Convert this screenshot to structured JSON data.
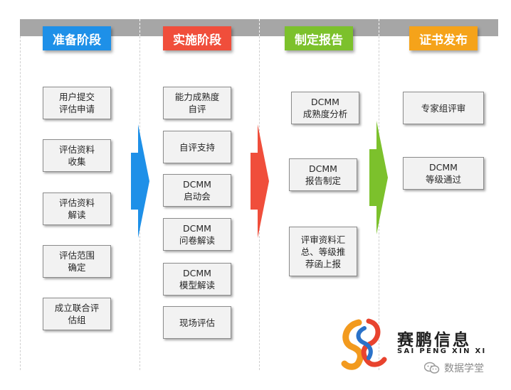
{
  "stages": [
    {
      "title": "准备阶段",
      "color": "#1e90e8",
      "items": [
        "用户提交\n评估申请",
        "评估资料\n收集",
        "评估资料\n解读",
        "评估范围\n确定",
        "成立联合评\n估组"
      ]
    },
    {
      "title": "实施阶段",
      "color": "#f04e3b",
      "items": [
        "能力成熟度\n自评",
        "自评支持",
        "DCMM\n启动会",
        "DCMM\n问卷解读",
        "DCMM\n模型解读",
        "现场评估"
      ]
    },
    {
      "title": "制定报告",
      "color": "#7cc12c",
      "items": [
        "DCMM\n成熟度分析",
        "DCMM\n报告制定",
        "评审资料汇\n总、等级推\n荐函上报"
      ]
    },
    {
      "title": "证书发布",
      "color": "#f5a31a",
      "items": [
        "专家组评审",
        "DCMM\n等级通过"
      ]
    }
  ],
  "colors": {
    "arrow1": "#1e90e8",
    "arrow2": "#f04e3b",
    "arrow3": "#7cc12c",
    "topbar": "#a6a6a6"
  },
  "logo": {
    "name": "赛鹏信息",
    "subtitle": "SAI PENG XIN XI",
    "icon": "saipeng-logo-icon"
  },
  "watermark": {
    "icon": "wechat-icon",
    "text": "数据学堂"
  }
}
